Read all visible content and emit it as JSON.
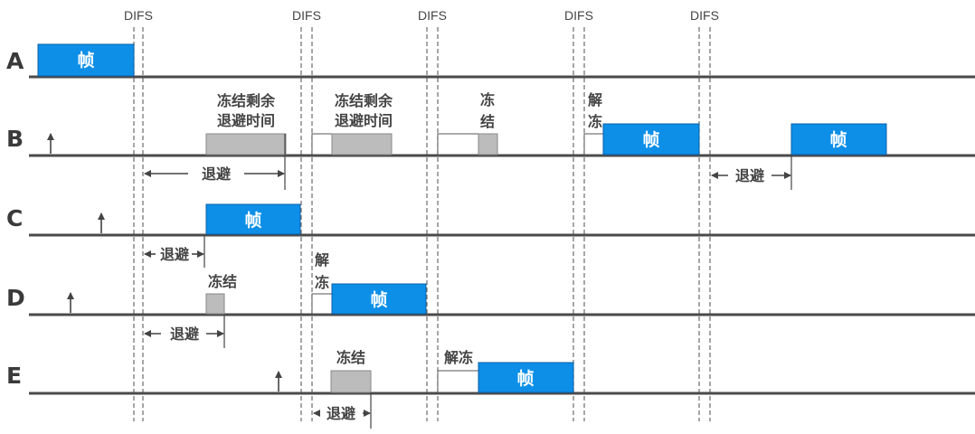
{
  "difs_label": "DIFS",
  "stations": [
    "A",
    "B",
    "C",
    "D",
    "E"
  ],
  "frame_label": "帧",
  "labels": {
    "freeze": "冻结",
    "unfreeze": "解冻",
    "backoff": "退避",
    "freeze_remaining_line1": "冻结剩余",
    "freeze_remaining_line2": "退避时间",
    "freeze_v1": "冻",
    "freeze_v2": "结",
    "unfreeze_v1": "解",
    "unfreeze_v2": "冻"
  },
  "colors": {
    "frame": "#0d8fe8",
    "remaining_backoff": "#bcbcbc",
    "timeline": "#4a4a4a",
    "text": "#444444"
  },
  "icons": [
    "arrival-arrow-icon",
    "double-arrow-icon"
  ]
}
